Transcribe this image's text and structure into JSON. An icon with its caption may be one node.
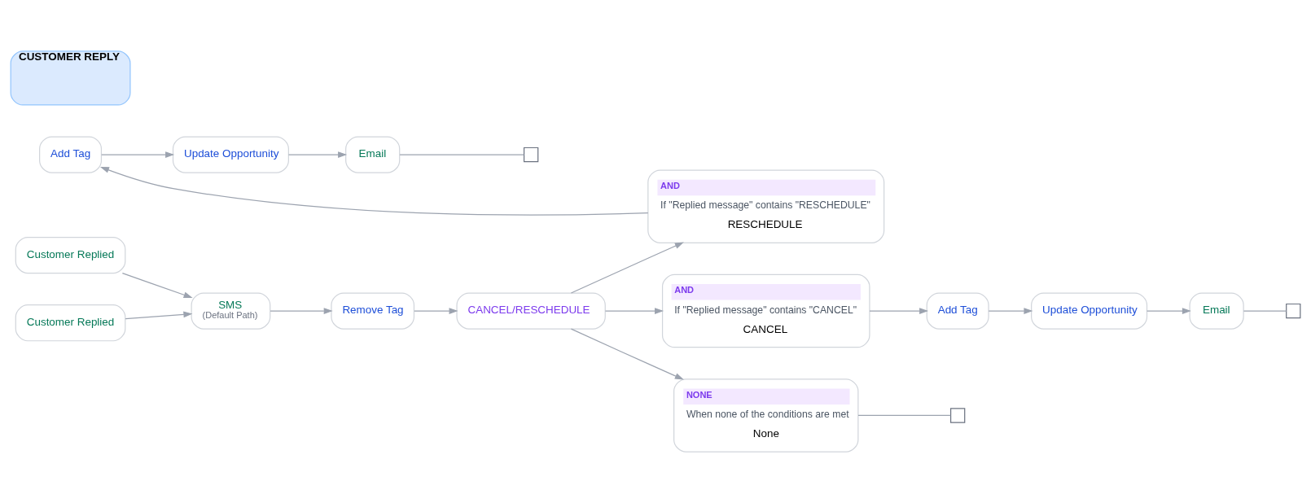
{
  "diagram": {
    "nodes": [
      {
        "text": [
          "CUSTOMER REPLY"
        ]
      },
      {
        "text": [
          "Add Tag"
        ]
      },
      {
        "text": [
          "Customer Replied"
        ]
      },
      {
        "text": [
          "Customer Replied"
        ]
      },
      {
        "text": [
          "SMS",
          "(Default Path)"
        ]
      },
      {
        "text": [
          "Remove Tag"
        ]
      },
      {
        "text": [
          "CANCEL/RESCHEDULE"
        ]
      },
      {
        "text": [
          "AND",
          "If \"Replied message\" contains \"CANCEL\"",
          "CANCEL"
        ]
      },
      {
        "text": [
          "Add Tag"
        ]
      },
      {
        "text": [
          "Update Opportunity"
        ]
      },
      {
        "text": [
          "Email"
        ]
      },
      {
        "text": [
          "AND",
          "If \"Replied message\" contains \"RESCHEDULE\"",
          "RESCHEDULE"
        ]
      },
      {
        "text": [
          "Update Opportunity"
        ]
      },
      {
        "text": [
          "Email"
        ]
      },
      {
        "text": [
          "NONE",
          "When none of the conditions are met",
          "None"
        ]
      },
      {
        "text": [],
        "shape": "box"
      },
      {
        "text": [],
        "shape": "box"
      },
      {
        "text": [],
        "shape": "box"
      }
    ],
    "edges": [
      {
        "from": 2,
        "to": 4,
        "arrow": "to"
      },
      {
        "from": 3,
        "to": 4,
        "arrow": "to"
      },
      {
        "from": 4,
        "to": 5,
        "arrow": "to"
      },
      {
        "from": 5,
        "to": 6,
        "arrow": "to"
      },
      {
        "from": 6,
        "to": 7,
        "arrow": "to"
      },
      {
        "from": 6,
        "to": 11,
        "arrow": "to"
      },
      {
        "from": 6,
        "to": 14,
        "arrow": "to"
      },
      {
        "from": 7,
        "to": 8,
        "arrow": "to"
      },
      {
        "from": 8,
        "to": 9,
        "arrow": "to"
      },
      {
        "from": 9,
        "to": 10,
        "arrow": "to"
      },
      {
        "from": 10,
        "to": 15,
        "arrow": "none"
      },
      {
        "from": 11,
        "to": 1,
        "arrow": "to"
      },
      {
        "from": 1,
        "to": 12,
        "arrow": "to"
      },
      {
        "from": 12,
        "to": 13,
        "arrow": "to"
      },
      {
        "from": 13,
        "to": 16,
        "arrow": "none"
      },
      {
        "from": 14,
        "to": 17,
        "arrow": "none"
      }
    ]
  }
}
